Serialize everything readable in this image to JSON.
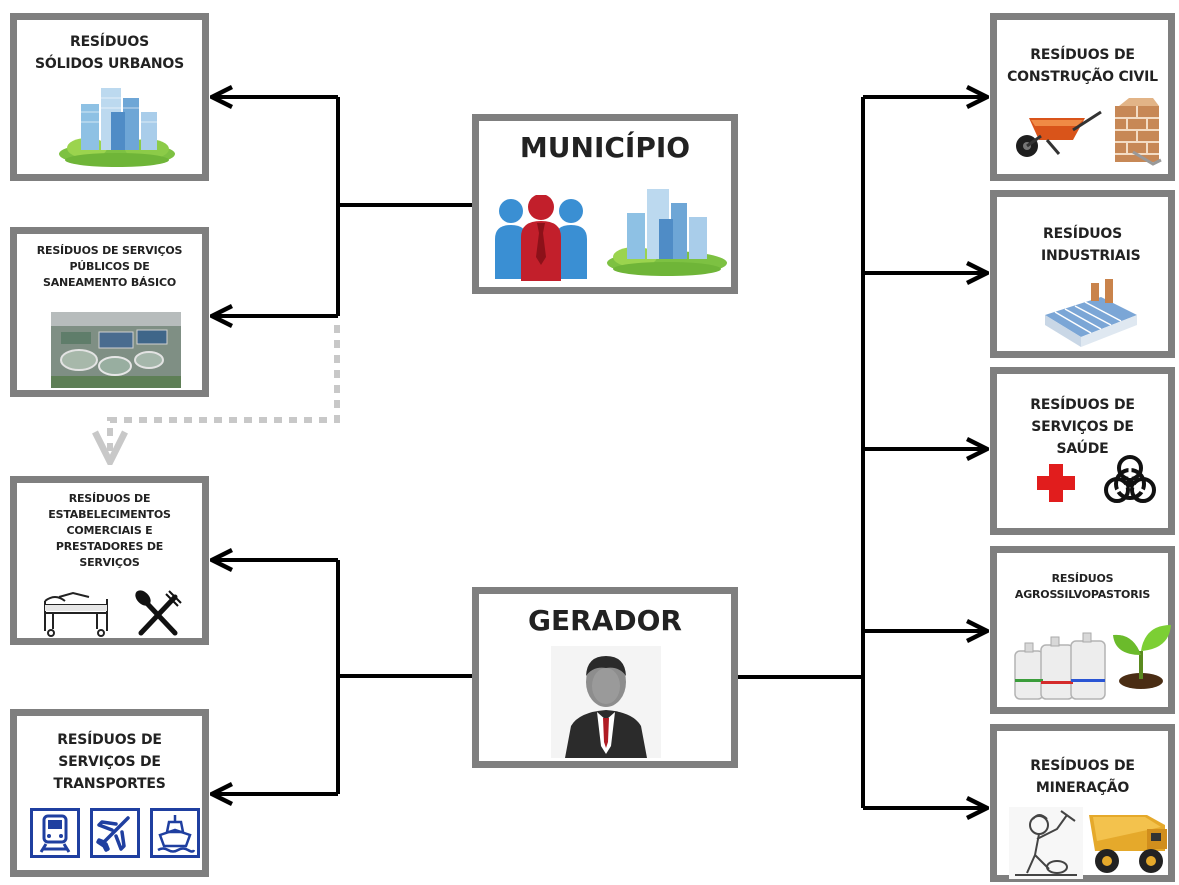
{
  "nodes": {
    "municipio": {
      "label": "MUNICÍPIO"
    },
    "gerador": {
      "label": "GERADOR"
    },
    "solidos_urbanos": {
      "label": "RESÍDUOS SÓLIDOS URBANOS"
    },
    "saneamento": {
      "label": "RESÍDUOS DE SERVIÇOS PÚBLICOS DE SANEAMENTO BÁSICO"
    },
    "comerciais": {
      "label": "RESÍDUOS DE ESTABELECIMENTOS COMERCIAIS E PRESTADORES DE SERVIÇOS"
    },
    "transportes": {
      "label": "RESÍDUOS DE SERVIÇOS DE TRANSPORTES"
    },
    "construcao_civil": {
      "label": "RESÍDUOS DE CONSTRUÇÃO CIVIL"
    },
    "industriais": {
      "label": "RESÍDUOS INDUSTRIAIS"
    },
    "saude": {
      "label": "RESÍDUOS DE SERVIÇOS DE SAÚDE"
    },
    "agrossilvopastoris": {
      "label": "RESÍDUOS AGROSSILVOPASTORIS"
    },
    "mineracao": {
      "label": "RESÍDUOS DE MINERAÇÃO"
    }
  },
  "edges": [
    {
      "from": "municipio",
      "to": "solidos_urbanos",
      "style": "solid"
    },
    {
      "from": "municipio",
      "to": "saneamento",
      "style": "solid"
    },
    {
      "from": "saneamento",
      "to": "comerciais",
      "style": "dashed"
    },
    {
      "from": "gerador",
      "to": "comerciais",
      "style": "solid"
    },
    {
      "from": "gerador",
      "to": "transportes",
      "style": "solid"
    },
    {
      "from": "gerador",
      "to": "construcao_civil",
      "style": "solid"
    },
    {
      "from": "gerador",
      "to": "industriais",
      "style": "solid"
    },
    {
      "from": "gerador",
      "to": "saude",
      "style": "solid"
    },
    {
      "from": "gerador",
      "to": "agrossilvopastoris",
      "style": "solid"
    },
    {
      "from": "gerador",
      "to": "mineracao",
      "style": "solid"
    }
  ],
  "colors": {
    "box_border": "#7f7f7f",
    "connector": "#000000",
    "dashed_connector": "#c8c8c8",
    "health_cross": "#e11d1d",
    "transport_icon": "#1f3fa0"
  },
  "icons": {
    "solidos_urbanos": "city-buildings-icon",
    "saneamento": "treatment-plant-photo-icon",
    "comerciais": [
      "hospital-bed-icon",
      "fork-knife-icon"
    ],
    "transportes": [
      "train-icon",
      "airplane-icon",
      "ship-icon"
    ],
    "municipio": [
      "people-group-icon",
      "city-buildings-icon"
    ],
    "gerador": "businessman-icon",
    "construcao_civil": [
      "wheelbarrow-icon",
      "bricks-icon"
    ],
    "industriais": "factory-icon",
    "saude": [
      "red-cross-icon",
      "biohazard-icon"
    ],
    "agrossilvopastoris": [
      "chemical-jugs-icon",
      "seedling-icon"
    ],
    "mineracao": [
      "miner-icon",
      "dump-truck-icon"
    ]
  }
}
